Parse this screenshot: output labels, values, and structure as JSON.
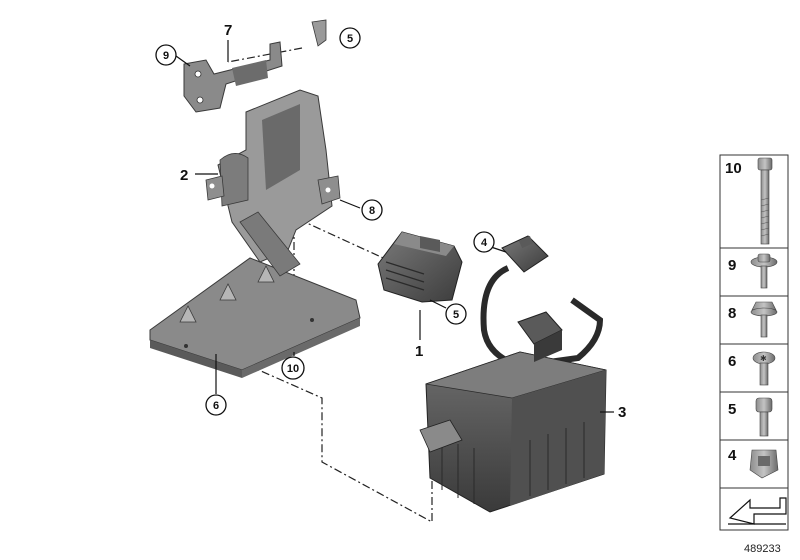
{
  "callouts": {
    "c1": "1",
    "c2": "2",
    "c3": "3",
    "c4": "4",
    "c5a": "5",
    "c5b": "5",
    "c6": "6",
    "c7": "7",
    "c8": "8",
    "c9": "9",
    "c10": "10"
  },
  "legend": [
    "10",
    "9",
    "8",
    "6",
    "5",
    "4"
  ],
  "reference_number": "489233",
  "colors": {
    "part_dark": "#4a4a4a",
    "part_mid": "#6e6e6e",
    "part_light": "#9c9c9c",
    "line": "#222222"
  }
}
